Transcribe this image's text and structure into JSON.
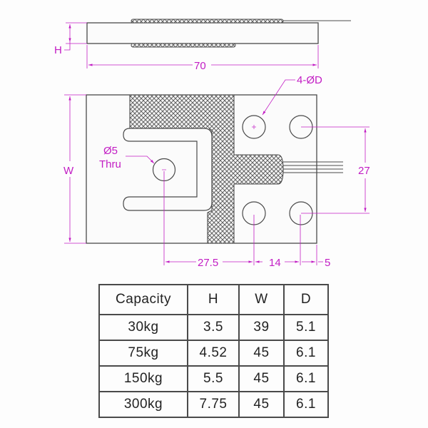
{
  "colors": {
    "outline": "#4a4a4a",
    "dimension": "#c21dc4",
    "hatch": "#555555",
    "background": "#fdfdfd"
  },
  "top_view": {
    "height_label": "H",
    "length_label": "70"
  },
  "plan_view": {
    "width_label": "W",
    "through_hole_label_line1": "Ø5",
    "through_hole_label_line2": "Thru",
    "mount_holes_label": "4-ØD",
    "hole_spacing_vertical": "27",
    "dim_center_to_hole": "27.5",
    "dim_hole_spacing": "14",
    "dim_hole_to_edge": "5"
  },
  "spec_table": {
    "headers": [
      "Capacity",
      "H",
      "W",
      "D"
    ],
    "rows": [
      [
        "30kg",
        "3.5",
        "39",
        "5.1"
      ],
      [
        "75kg",
        "4.52",
        "45",
        "6.1"
      ],
      [
        "150kg",
        "5.5",
        "45",
        "6.1"
      ],
      [
        "300kg",
        "7.75",
        "45",
        "6.1"
      ]
    ]
  }
}
